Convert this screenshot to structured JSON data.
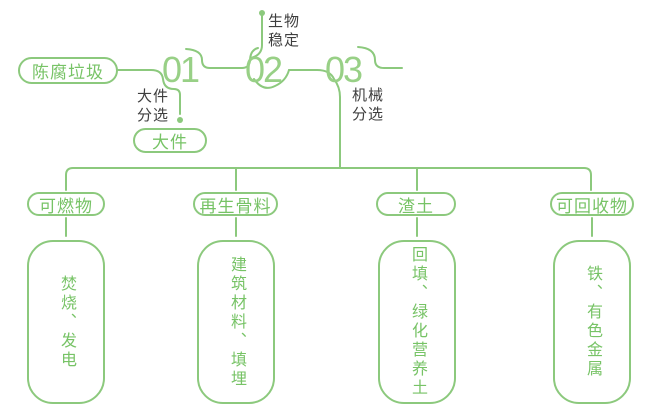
{
  "flow": {
    "source_label": "陈腐垃圾",
    "stages": [
      {
        "number": "01",
        "process": "大件\n分选",
        "output": "大件"
      },
      {
        "number": "02",
        "process": "生物\n稳定"
      },
      {
        "number": "03",
        "process": "机械\n分选"
      }
    ],
    "branches": [
      {
        "category": "可燃物",
        "disposal": "焚烧、发电"
      },
      {
        "category": "再生骨料",
        "disposal": "建筑材料、填埋"
      },
      {
        "category": "渣土",
        "disposal": "回填、绿化营养土"
      },
      {
        "category": "可回收物",
        "disposal": "铁、有色金属"
      }
    ],
    "colors": {
      "line_green": "#8CC97D",
      "text_green": "#77C366",
      "number_green": "#98D086",
      "label_dark": "#3E3E3E"
    }
  }
}
